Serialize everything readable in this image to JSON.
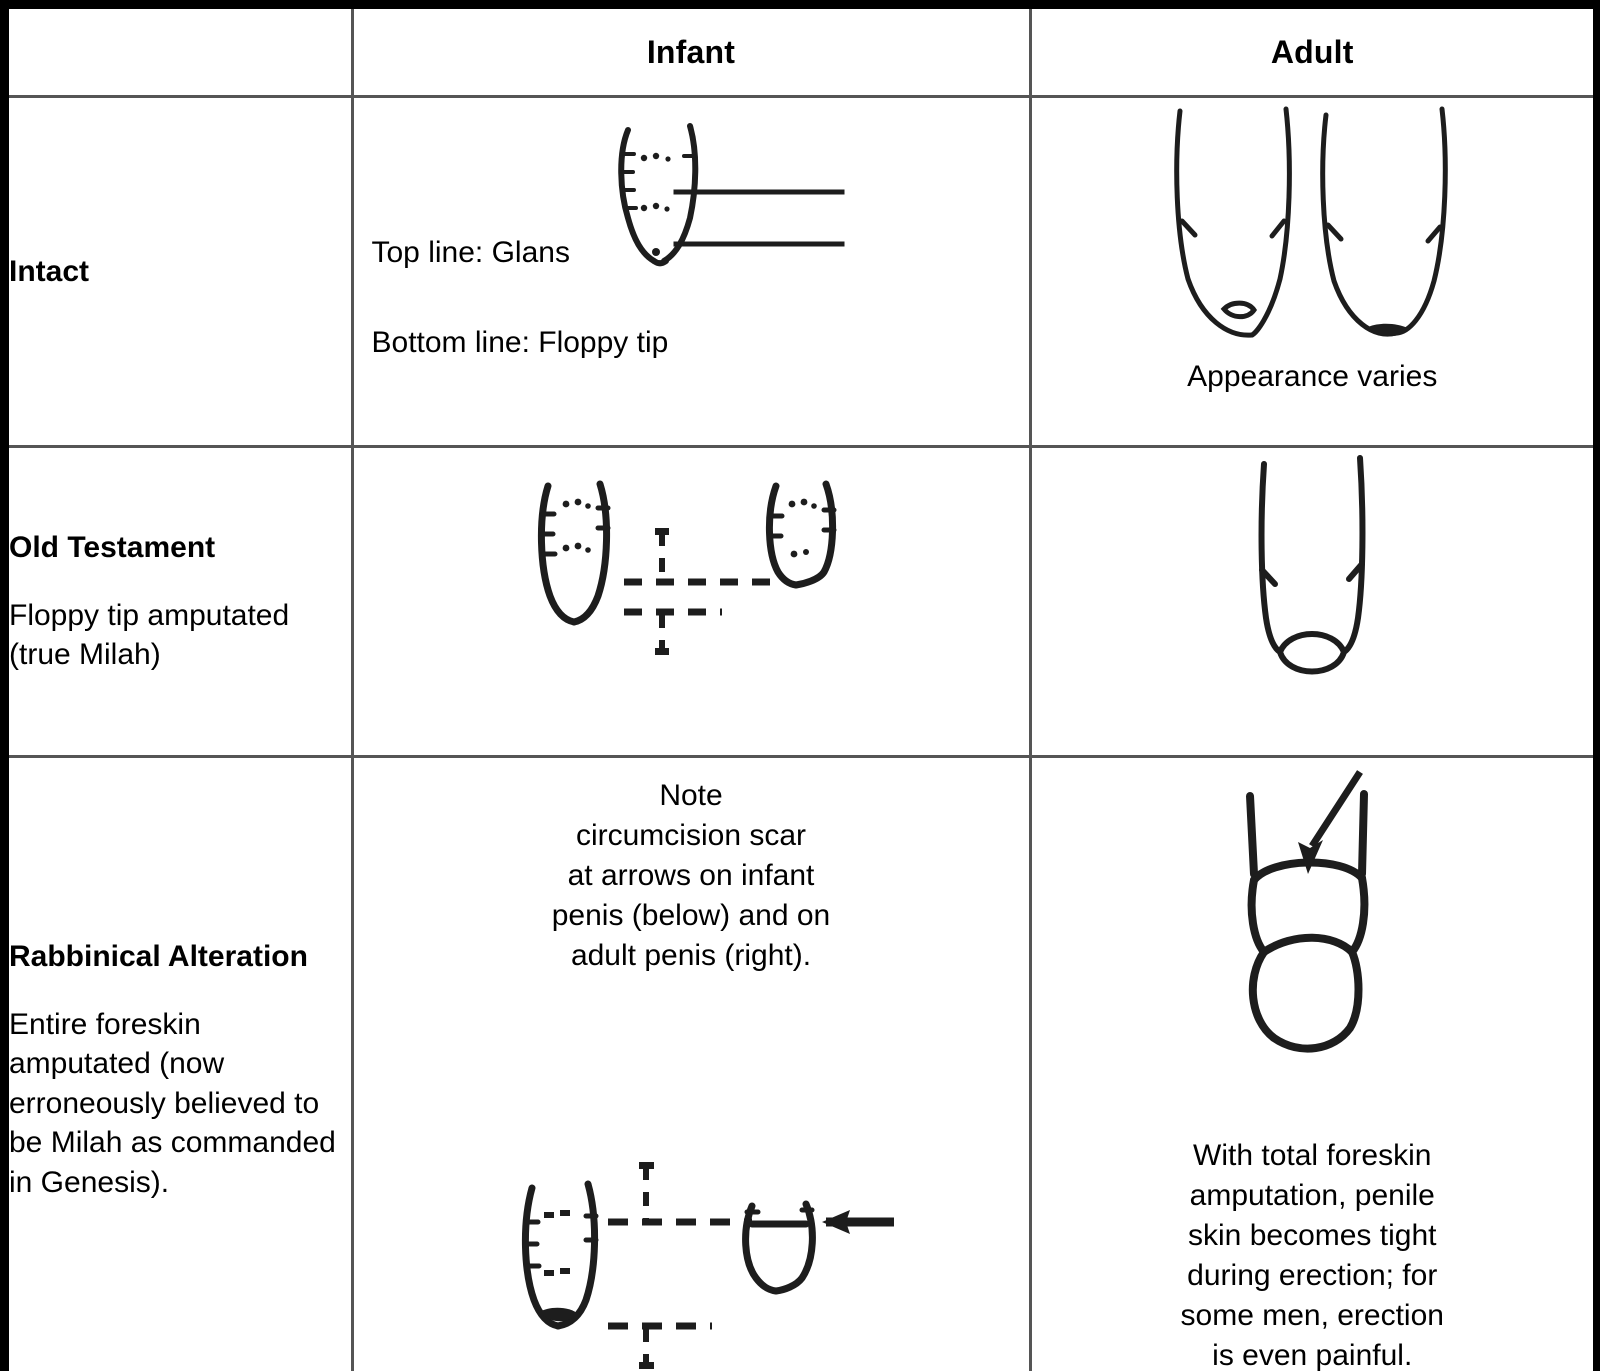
{
  "table": {
    "columns": [
      {
        "key": "label",
        "header": ""
      },
      {
        "key": "infant",
        "header": "Infant"
      },
      {
        "key": "adult",
        "header": "Adult"
      }
    ],
    "rows": [
      {
        "id": "intact",
        "label_title": "Intact",
        "label_desc": "",
        "infant": {
          "figure_name": "intact-infant-penis-diagram",
          "legend_line1": "Top line: Glans",
          "legend_line2": "Bottom line: Floppy tip"
        },
        "adult": {
          "figure_name": "intact-adult-penis-diagram",
          "caption": "Appearance varies"
        }
      },
      {
        "id": "old-testament",
        "label_title": "Old Testament",
        "label_desc": "Floppy tip amputated (true Milah)",
        "infant": {
          "figure_name": "old-testament-infant-penis-diagram",
          "legend_line1": "",
          "legend_line2": ""
        },
        "adult": {
          "figure_name": "old-testament-adult-penis-diagram",
          "caption": ""
        }
      },
      {
        "id": "rabbinical-alteration",
        "label_title": "Rabbinical Alteration",
        "label_desc": "Entire foreskin amputated (now erroneously believed to be Milah as commanded in Genesis).",
        "infant": {
          "figure_name": "rabbinical-infant-penis-diagram",
          "note_lines": [
            "Note",
            "circumcision scar",
            "at arrows on infant",
            "penis (below) and on",
            "adult penis (right)."
          ]
        },
        "adult": {
          "figure_name": "rabbinical-adult-penis-diagram",
          "caption_lines": [
            "With total foreskin",
            "amputation, penile",
            "skin becomes tight",
            "during erection; for",
            "some men, erection",
            "is even painful."
          ]
        }
      }
    ]
  },
  "colors": {
    "frame": "#000000",
    "grid": "#555555",
    "ink": "#000000",
    "background": "#ffffff"
  }
}
